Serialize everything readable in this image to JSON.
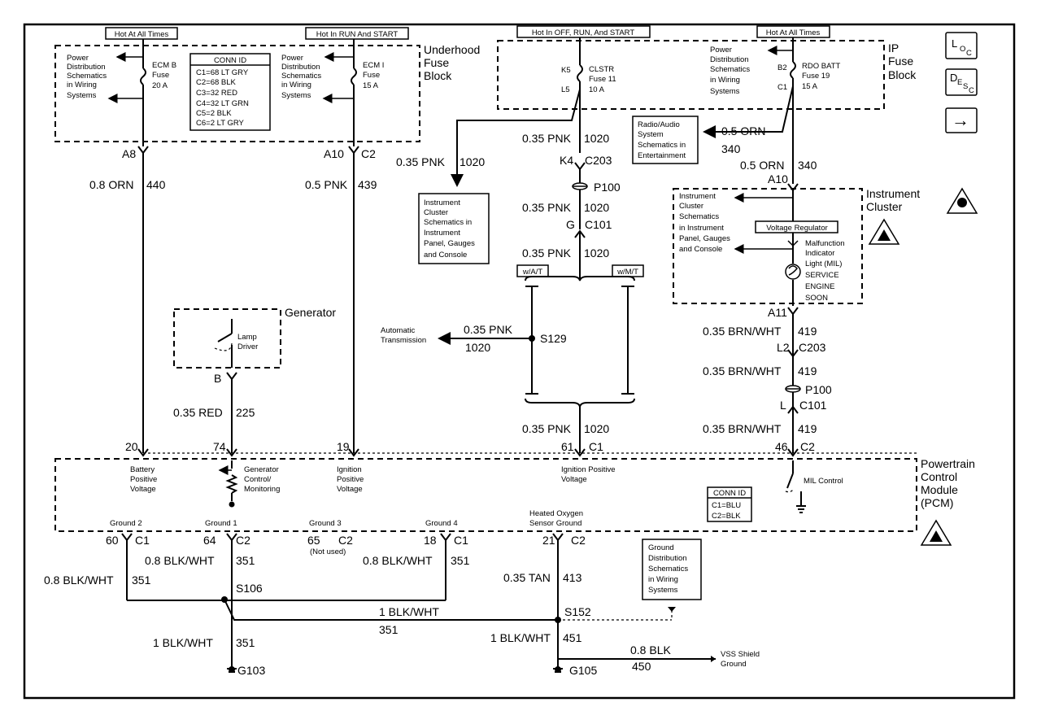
{
  "sources": {
    "hot_all_times_left": "Hot At All Times",
    "hot_run_start": "Hot In RUN And START",
    "hot_off_run_start": "Hot In OFF, RUN, And START",
    "hot_all_times_right": "Hot At All Times"
  },
  "blocks": {
    "underhood_l1": "Underhood",
    "underhood_l2": "Fuse",
    "underhood_l3": "Block",
    "ip_l1": "IP",
    "ip_l2": "Fuse",
    "ip_l3": "Block",
    "cluster_l1": "Instrument",
    "cluster_l2": "Cluster",
    "generator": "Generator",
    "pcm_l1": "Powertrain",
    "pcm_l2": "Control",
    "pcm_l3": "Module",
    "pcm_l4": "(PCM)"
  },
  "fuses": {
    "ecmb_1": "ECM B",
    "ecmb_2": "Fuse",
    "ecmb_3": "20 A",
    "ecmi_1": "ECM I",
    "ecmi_2": "Fuse",
    "ecmi_3": "15 A",
    "clstr_1": "CLSTR",
    "clstr_2": "Fuse 11",
    "clstr_3": "10 A",
    "rdo_1": "RDO BATT",
    "rdo_2": "Fuse 19",
    "rdo_3": "15 A",
    "k5": "K5",
    "l5": "L5",
    "b2": "B2",
    "c1": "C1"
  },
  "conn_id_top": {
    "title": "CONN ID",
    "lines": [
      "C1=68 LT GRY",
      "C2=68 BLK",
      "C3=32 RED",
      "C4=32 LT GRN",
      "C5=2 BLK",
      "C6=2 LT GRY"
    ]
  },
  "conn_id_pcm": {
    "title": "CONN ID",
    "lines": [
      "C1=BLU",
      "C2=BLK"
    ]
  },
  "refs": {
    "pds_left": [
      "Power",
      "Distribution",
      "Schematics",
      "in Wiring",
      "Systems"
    ],
    "pds_mid": [
      "Power",
      "Distribution",
      "Schematics",
      "in Wiring",
      "Systems"
    ],
    "pds_right": [
      "Power",
      "Distribution",
      "Schematics",
      "in Wiring",
      "Systems"
    ],
    "ics_box": [
      "Instrument",
      "Cluster",
      "Schematics in",
      "Instrument",
      "Panel, Gauges",
      "and Console"
    ],
    "radio": [
      "Radio/Audio",
      "System",
      "Schematics in",
      "Entertainment"
    ],
    "ics_cluster": [
      "Instrument",
      "Cluster",
      "Schematics",
      "in Instrument",
      "Panel, Gauges",
      "and Console"
    ],
    "ground_dist": [
      "Ground",
      "Distribution",
      "Schematics",
      "in Wiring",
      "Systems"
    ],
    "auto_trans": [
      "Automatic",
      "Transmission"
    ],
    "vss_shield": [
      "VSS Shield",
      "Ground"
    ]
  },
  "wires": {
    "orn440": "0.8 ORN",
    "n440": "440",
    "pnk439": "0.5 PNK",
    "n439": "439",
    "pnk1020_left": "0.35 PNK",
    "n1020_left": "1020",
    "pnk1020_a": "0.35 PNK",
    "n1020_a": "1020",
    "pnk1020_b": "0.35 PNK",
    "n1020_b": "1020",
    "pnk1020_c": "0.35 PNK",
    "n1020_c": "1020",
    "pnk1020_d": "0.35 PNK",
    "n1020_d": "1020",
    "pnk1020_at": "0.35 PNK",
    "n1020_at": "1020",
    "orn340_a": "0.5 ORN",
    "n340_a": "340",
    "orn340_b": "0.5 ORN",
    "n340_b": "340",
    "brn419_a": "0.35 BRN/WHT",
    "n419_a": "419",
    "brn419_b": "0.35 BRN/WHT",
    "n419_b": "419",
    "brn419_c": "0.35 BRN/WHT",
    "n419_c": "419",
    "red225": "0.35 RED",
    "n225": "225",
    "blk351_a": "0.8 BLK/WHT",
    "n351_a": "351",
    "blk351_b": "0.8 BLK/WHT",
    "n351_b": "351",
    "blk351_c": "0.8 BLK/WHT",
    "n351_c": "351",
    "blk351_d": "1 BLK/WHT",
    "n351_d": "351",
    "blk351_e": "1 BLK/WHT",
    "n351_e": "351",
    "tan413": "0.35 TAN",
    "n413": "413",
    "blk451": "1 BLK/WHT",
    "n451": "451",
    "blk450": "0.8 BLK",
    "n450": "450"
  },
  "connectors": {
    "a8": "A8",
    "a10_left": "A10",
    "c2_top": "C2",
    "k4": "K4",
    "c203_a": "C203",
    "p100_a": "P100",
    "g": "G",
    "c101_a": "C101",
    "a10_right": "A10",
    "a11": "A11",
    "l2": "L2",
    "c203_b": "C203",
    "p100_b": "P100",
    "l": "L",
    "c101_b": "C101",
    "b": "B",
    "s129": "S129",
    "wat": "w/A/T",
    "wmt": "w/M/T",
    "p20": "20",
    "p74": "74",
    "p19": "19",
    "p61": "61",
    "c1_pin61": "C1",
    "p46": "46",
    "c2_pin46": "C2",
    "p60": "60",
    "c1_60": "C1",
    "p64": "64",
    "c2_64": "C2",
    "p65": "65",
    "c2_65": "C2",
    "not_used": "(Not used)",
    "p18": "18",
    "c1_18": "C1",
    "p21": "21",
    "c2_21": "C2",
    "s106": "S106",
    "s152": "S152",
    "g103": "G103",
    "g105": "G105"
  },
  "pcm": {
    "batt": [
      "Battery",
      "Positive",
      "Voltage"
    ],
    "gen": [
      "Generator",
      "Control/",
      "Monitoring"
    ],
    "ign": [
      "Ignition",
      "Positive",
      "Voltage"
    ],
    "ignpos": [
      "Ignition Positive",
      "Voltage"
    ],
    "mil": "MIL Control",
    "g2": "Ground 2",
    "g1": "Ground 1",
    "g3": "Ground 3",
    "g4": "Ground 4",
    "ho2s": [
      "Heated Oxygen",
      "Sensor Ground"
    ]
  },
  "generator": {
    "lamp": [
      "Lamp",
      "Driver"
    ]
  },
  "cluster": {
    "vreg": "Voltage Regulator",
    "mil": [
      "Malfunction",
      "Indicator",
      "Light (MIL)",
      "SERVICE",
      "ENGINE",
      "SOON"
    ]
  },
  "side_buttons": {
    "loc": [
      "L",
      "O",
      "C"
    ],
    "desc": [
      "D",
      "E",
      "S",
      "C"
    ],
    "next": "→"
  }
}
